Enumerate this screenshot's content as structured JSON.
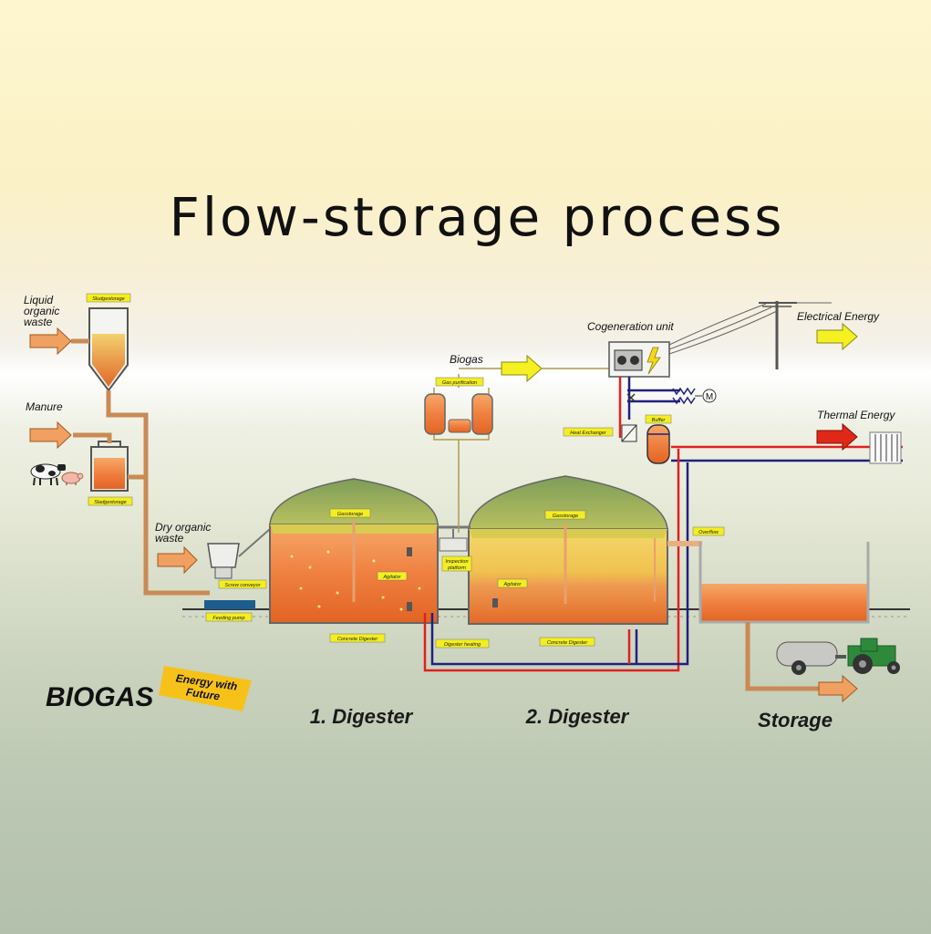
{
  "title": "Flow-storage process",
  "inputs": {
    "liquid_organic_waste": [
      "Liquid",
      "organic",
      "waste"
    ],
    "manure": "Manure",
    "dry_organic_waste": [
      "Dry organic",
      "waste"
    ]
  },
  "outputs": {
    "biogas": "Biogas",
    "cogeneration_unit": "Cogeneration unit",
    "electrical_energy": "Electrical Energy",
    "thermal_energy": "Thermal Energy",
    "motor_symbol": "M"
  },
  "component_tags": {
    "sludge_storage_1": "Sludgestorage",
    "sludge_storage_2": "Sladgestorage",
    "screw_conveyor": "Screw conveyor",
    "feeding_pump": "Feeding pump",
    "gas_storage_1": "Gasstorage",
    "gas_storage_2": "Gasstorage",
    "gas_purification": "Gas purification",
    "inspection_platform": [
      "Inspection",
      "platform"
    ],
    "agitator_1": "Agitator",
    "agitator_2": "Agitator",
    "concrete_digester_1": "Concrete Digester",
    "concrete_digester_2": "Concrete Digester",
    "digester_heating": "Digester heating",
    "heat_exchanger": "Heat Exchanger",
    "buffer": "Buffer",
    "overflow": "Overflow"
  },
  "stages": {
    "digester_1": "1. Digester",
    "digester_2": "2. Digester",
    "storage": "Storage"
  },
  "brand": {
    "name": "BIOGAS",
    "slogan": [
      "Energy with",
      "Future"
    ]
  },
  "colors": {
    "arrow_orange": "#f0a060",
    "arrow_yellow": "#f4f022",
    "arrow_red": "#e02818",
    "pipe_brown": "#c98a55",
    "hot_pipe": "#e02020",
    "cold_pipe": "#202080",
    "tag_fill": "#f4ee20",
    "roof_green": "#8aa860"
  }
}
